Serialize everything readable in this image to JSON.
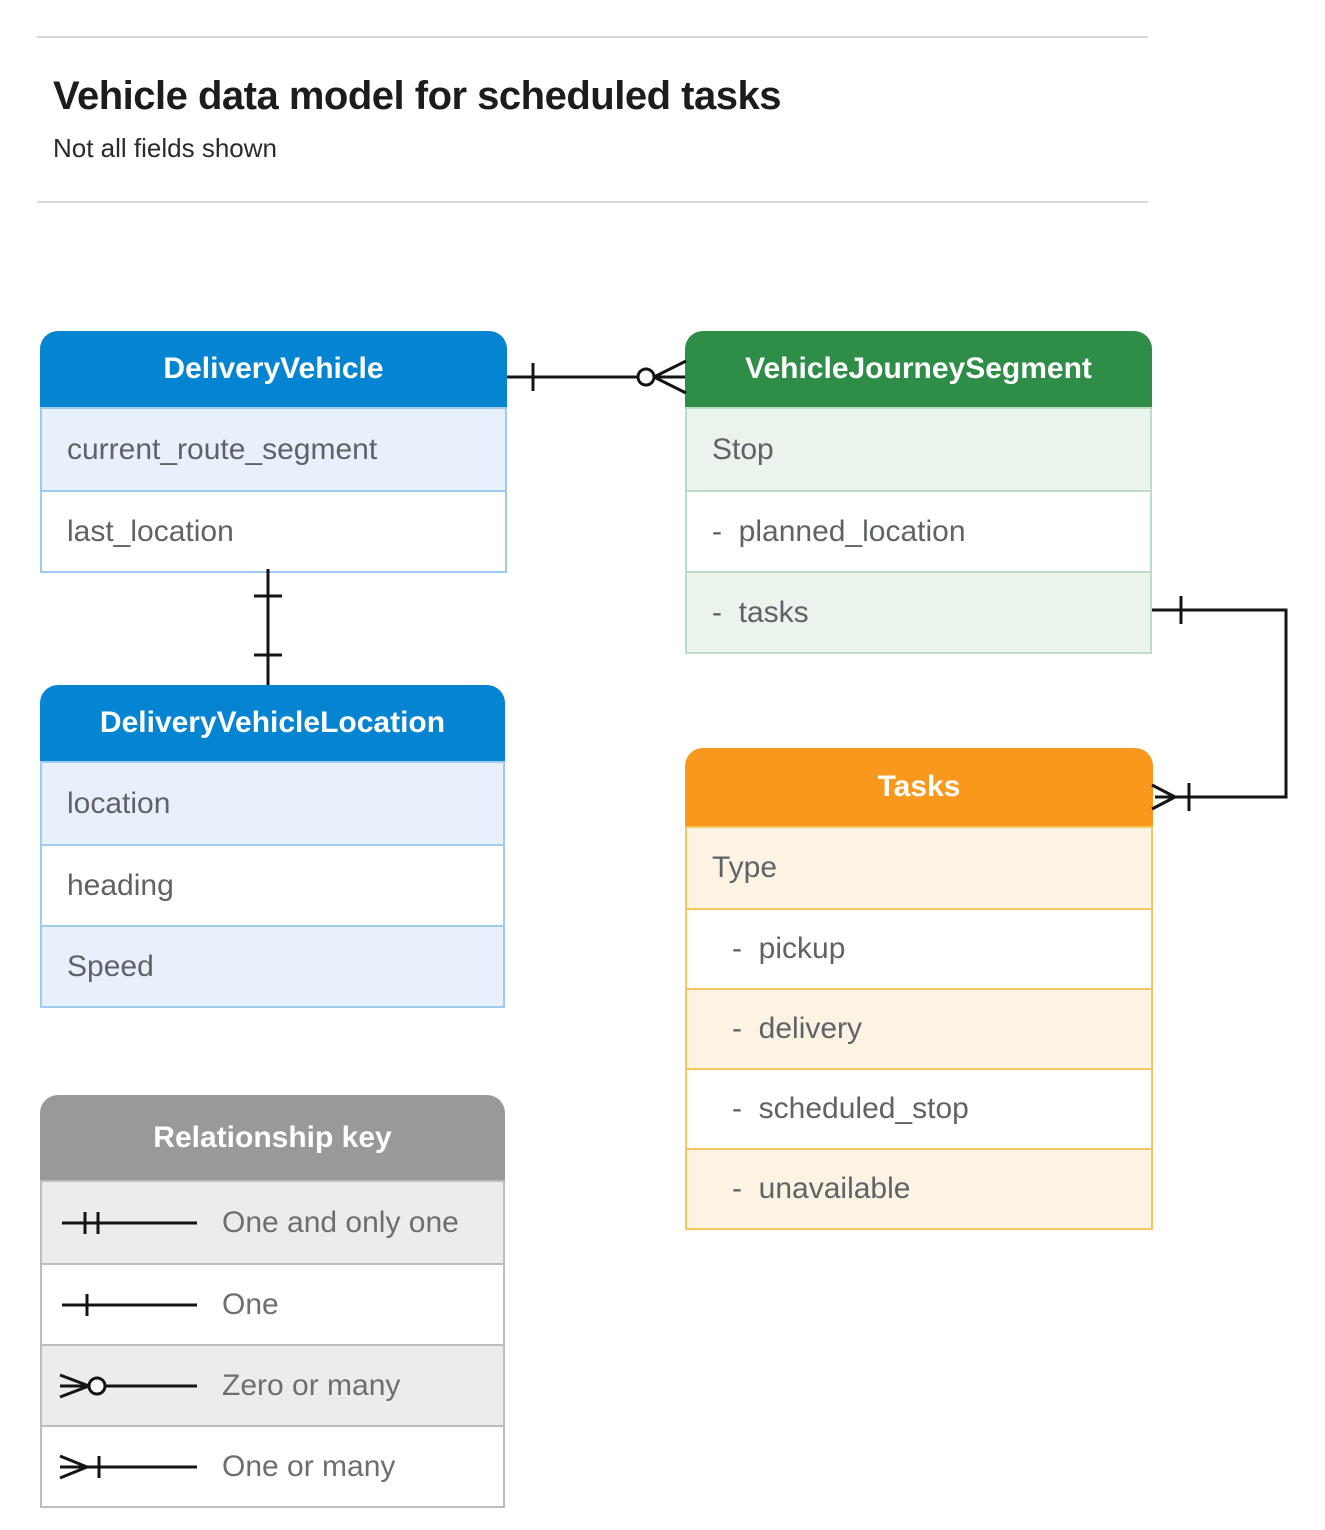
{
  "page": {
    "title": "Vehicle data model for scheduled tasks",
    "subtitle": "Not all fields shown"
  },
  "entities": {
    "delivery_vehicle": {
      "title": "DeliveryVehicle",
      "fields": [
        "current_route_segment",
        "last_location"
      ]
    },
    "vehicle_journey_segment": {
      "title": "VehicleJourneySegment",
      "fields": [
        "Stop",
        "-  planned_location",
        "-  tasks"
      ]
    },
    "delivery_vehicle_location": {
      "title": "DeliveryVehicleLocation",
      "fields": [
        "location",
        "heading",
        "Speed"
      ]
    },
    "tasks": {
      "title": "Tasks",
      "fields": [
        "Type",
        "-  pickup",
        "-  delivery",
        "-  scheduled_stop",
        "-  unavailable"
      ]
    }
  },
  "relationships": [
    {
      "from": "DeliveryVehicle",
      "to": "VehicleJourneySegment",
      "from_cardinality": "one",
      "to_cardinality": "zero-or-many"
    },
    {
      "from": "DeliveryVehicle",
      "to": "DeliveryVehicleLocation",
      "from_cardinality": "one",
      "to_cardinality": "one"
    },
    {
      "from": "VehicleJourneySegment.tasks",
      "to": "Tasks",
      "from_cardinality": "one",
      "to_cardinality": "one-or-many"
    }
  ],
  "legend": {
    "title": "Relationship key",
    "items": [
      {
        "label": "One and only one",
        "symbol": "one-and-only-one"
      },
      {
        "label": "One",
        "symbol": "one"
      },
      {
        "label": "Zero or many",
        "symbol": "zero-or-many"
      },
      {
        "label": "One or many",
        "symbol": "one-or-many"
      }
    ]
  },
  "colors": {
    "blue_header": "#0484d1",
    "blue_tint": "#e8f1fb",
    "blue_border": "#9fcbee",
    "green_header": "#2e8d46",
    "green_tint": "#eaf3ec",
    "green_border": "#bcdcc3",
    "orange_header": "#f8991d",
    "orange_tint": "#fdf3e3",
    "orange_border": "#fac55f",
    "gray_header": "#999999",
    "gray_tint": "#ececec",
    "gray_border": "#bdbdbd",
    "connector": "#141414",
    "field_text": "#5f6368",
    "legend_text": "#6e6e6e"
  }
}
